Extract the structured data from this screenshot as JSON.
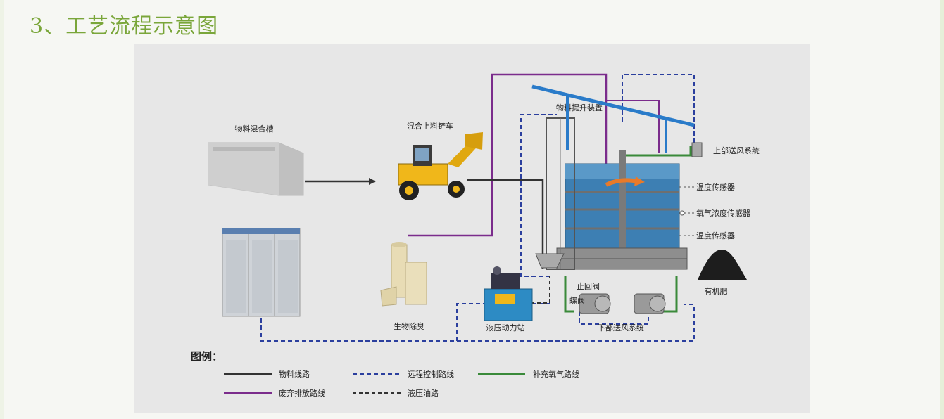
{
  "page_title": "3、工艺流程示意图",
  "diagram": {
    "labels": {
      "mixing_tank": "物料混合槽",
      "loader": "混合上料铲车",
      "lift": "物料提升装置",
      "upper_air": "上部送风系统",
      "temp_sensor_1": "温度传感器",
      "oxygen_sensor": "氧气浓度传感器",
      "temp_sensor_2": "温度传感器",
      "fertilizer": "有机肥",
      "deodorizer": "生物除臭",
      "hydraulic": "液压动力站",
      "lower_air": "下部送风系统",
      "valve_stop": "止回阀",
      "valve": "蝶阀"
    },
    "legend": {
      "title": "图例：",
      "items": [
        {
          "label": "物料线路",
          "color": "#333333",
          "dashed": false
        },
        {
          "label": "远程控制路线",
          "color": "#2b3f9e",
          "dashed": true
        },
        {
          "label": "补充氧气路线",
          "color": "#3a8a3a",
          "dashed": false
        },
        {
          "label": "废弃排放路线",
          "color": "#7b2c8c",
          "dashed": false
        },
        {
          "label": "液压油路",
          "color": "#333333",
          "dashed": true
        }
      ]
    }
  }
}
